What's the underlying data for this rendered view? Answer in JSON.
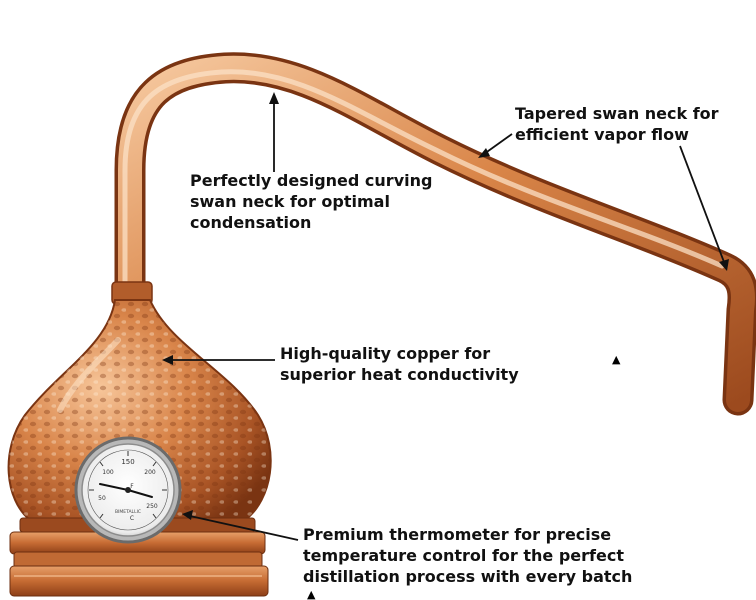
{
  "callouts": {
    "swan_neck": {
      "line1": "Perfectly designed curving",
      "line2": "swan neck for optimal",
      "line3": "condensation"
    },
    "tapered_neck": {
      "line1": "Tapered swan neck for",
      "line2": "efficient vapor flow"
    },
    "copper": {
      "line1": "High-quality copper for",
      "line2": "superior heat conductivity"
    },
    "thermometer": {
      "line1": "Premium thermometer for precise",
      "line2": "temperature control for the perfect",
      "line3": "distillation process with every batch"
    }
  },
  "thermometer_dial": {
    "scale_top": "150",
    "scale_100": "100",
    "scale_200": "200",
    "scale_50": "50",
    "scale_250": "250",
    "unit_f": "F",
    "unit_c": "C",
    "brand": "BIMETALLIC"
  },
  "markers": {
    "a": "▲",
    "b": "▲"
  },
  "colors": {
    "copper_light": "#f2b98a",
    "copper_mid": "#d07a3f",
    "copper_dark": "#8a3f18",
    "text": "#111111",
    "background": "#ffffff"
  }
}
